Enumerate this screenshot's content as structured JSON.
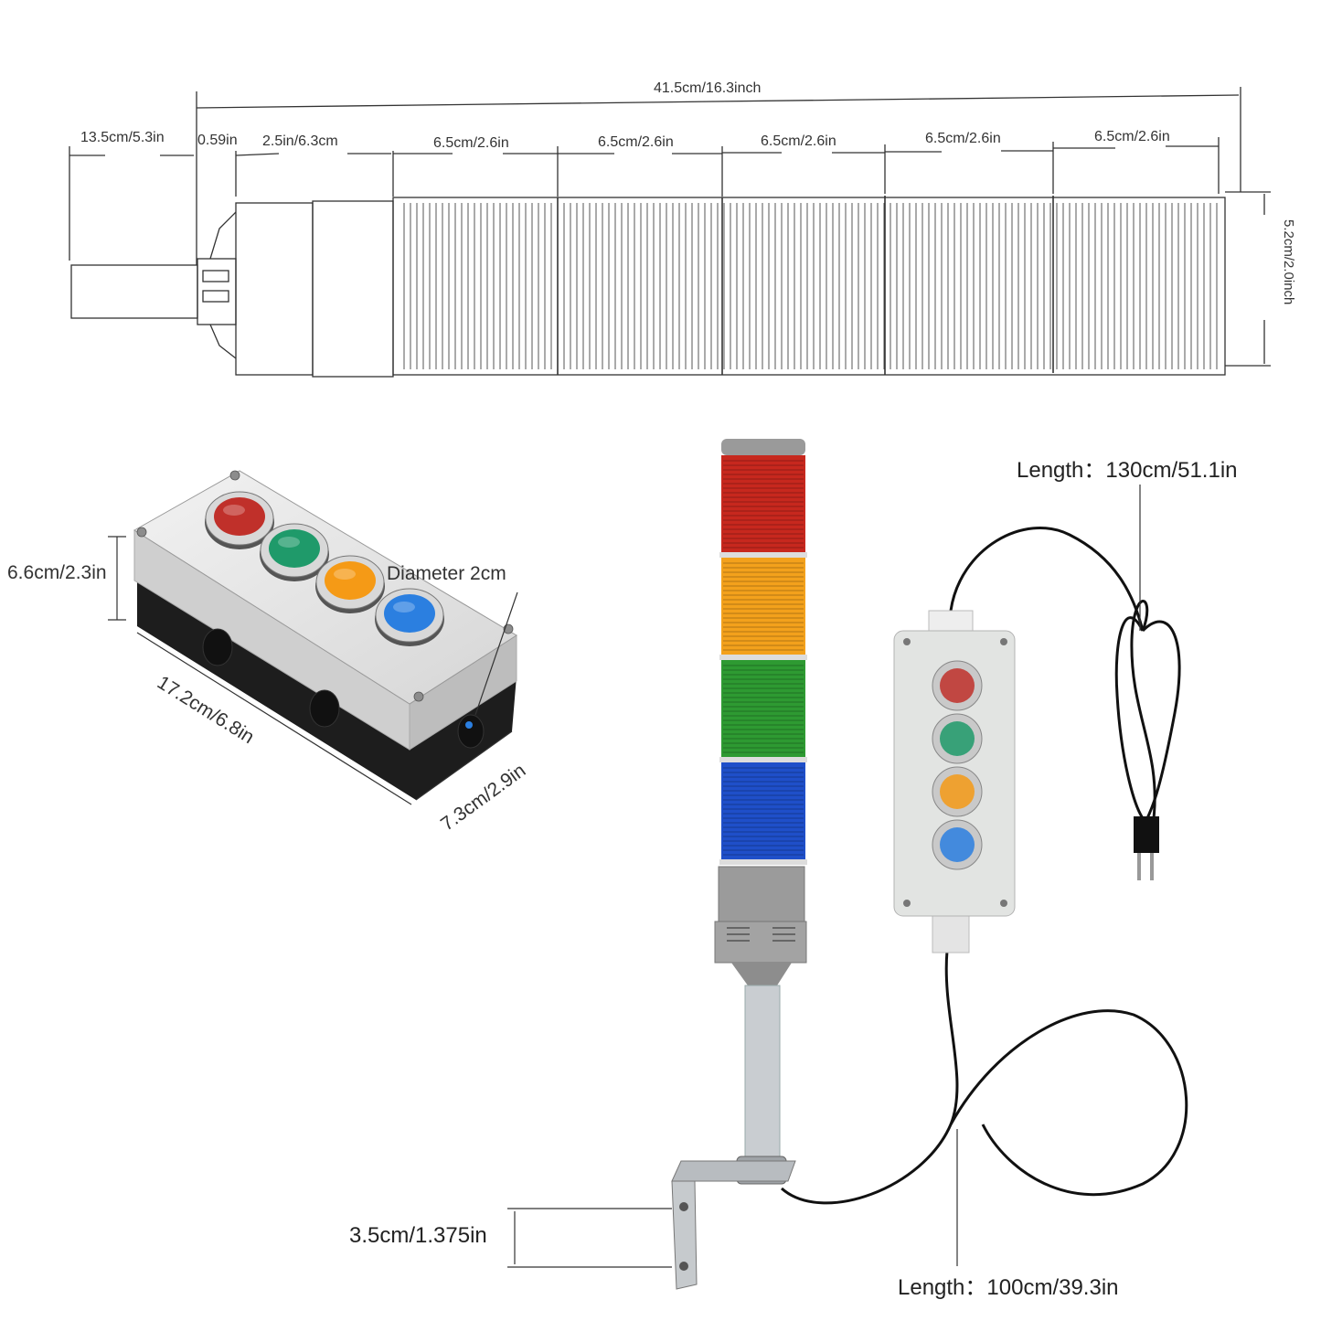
{
  "top_drawing": {
    "total_length": "41.5cm/16.3inch",
    "cable_length": "13.5cm/5.3in",
    "gap": "0.59in",
    "base_length": "2.5in/6.3cm",
    "segments": [
      "6.5cm/2.6in",
      "6.5cm/2.6in",
      "6.5cm/2.6in",
      "6.5cm/2.6in",
      "6.5cm/2.6in"
    ],
    "diameter": "5.2cm/2.0inch"
  },
  "button_box": {
    "height": "6.6cm/2.3in",
    "button_diameter": "Diameter 2cm",
    "length": "17.2cm/6.8in",
    "width": "7.3cm/2.9in",
    "button_colors": [
      "#c0302a",
      "#1f9a6a",
      "#f59a16",
      "#2b7fe0"
    ]
  },
  "tower": {
    "tier_colors": [
      "#c7281e",
      "#f3a11c",
      "#2e9a32",
      "#1f4fc9"
    ],
    "bracket_hole_spacing": "3.5cm/1.375in"
  },
  "cables": {
    "power_cable_length": "Length：130cm/51.1in",
    "tower_cable_length": "Length：100cm/39.3in"
  }
}
